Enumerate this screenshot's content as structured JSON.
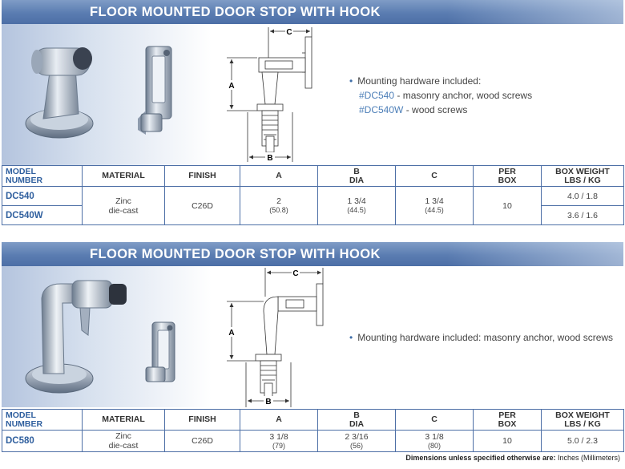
{
  "sections": [
    {
      "title": "FLOOR MOUNTED DOOR STOP WITH HOOK",
      "mounting": {
        "label": "Mounting hardware included:",
        "items": [
          {
            "model": "#DC540",
            "desc": " - masonry anchor, wood screws"
          },
          {
            "model": "#DC540W",
            "desc": " - wood screws"
          }
        ]
      },
      "diagram_labels": {
        "a": "A",
        "b": "B",
        "c": "C"
      },
      "table": {
        "headers": {
          "model": [
            "MODEL",
            "NUMBER"
          ],
          "material": "MATERIAL",
          "finish": "FINISH",
          "a": "A",
          "b": [
            "B",
            "DIA"
          ],
          "c": "C",
          "per_box": [
            "PER",
            "BOX"
          ],
          "weight": [
            "BOX WEIGHT",
            "LBS / KG"
          ]
        },
        "rows": [
          {
            "model": "DC540",
            "weight": "4.0 / 1.8"
          },
          {
            "model": "DC540W",
            "weight": "3.6 / 1.6"
          }
        ],
        "shared": {
          "material": [
            "Zinc",
            "die-cast"
          ],
          "finish": "C26D",
          "a": "2",
          "a_mm": "(50.8)",
          "b": "1 3/4",
          "b_mm": "(44.5)",
          "c": "1 3/4",
          "c_mm": "(44.5)",
          "per_box": "10"
        }
      }
    },
    {
      "title": "FLOOR MOUNTED DOOR STOP WITH HOOK",
      "mounting": {
        "label": "Mounting hardware included: masonry anchor, wood screws"
      },
      "diagram_labels": {
        "a": "A",
        "b": "B",
        "c": "C"
      },
      "table": {
        "headers": {
          "model": [
            "MODEL",
            "NUMBER"
          ],
          "material": "MATERIAL",
          "finish": "FINISH",
          "a": "A",
          "b": [
            "B",
            "DIA"
          ],
          "c": "C",
          "per_box": [
            "PER",
            "BOX"
          ],
          "weight": [
            "BOX WEIGHT",
            "LBS / KG"
          ]
        },
        "rows": [
          {
            "model": "DC580",
            "material": [
              "Zinc",
              "die-cast"
            ],
            "finish": "C26D",
            "a": "3 1/8",
            "a_mm": "(79)",
            "b": "2 3/16",
            "b_mm": "(56)",
            "c": "3 1/8",
            "c_mm": "(80)",
            "per_box": "10",
            "weight": "5.0 / 2.3"
          }
        ]
      }
    }
  ],
  "footnote": {
    "label": "Dimensions unless specified otherwise are:",
    "value": "Inches (Millimeters)"
  },
  "colors": {
    "banner": "#5a7cb1",
    "border": "#4d6fa6",
    "model_text": "#2f5f9e",
    "hardware_link": "#4d7fb8"
  }
}
